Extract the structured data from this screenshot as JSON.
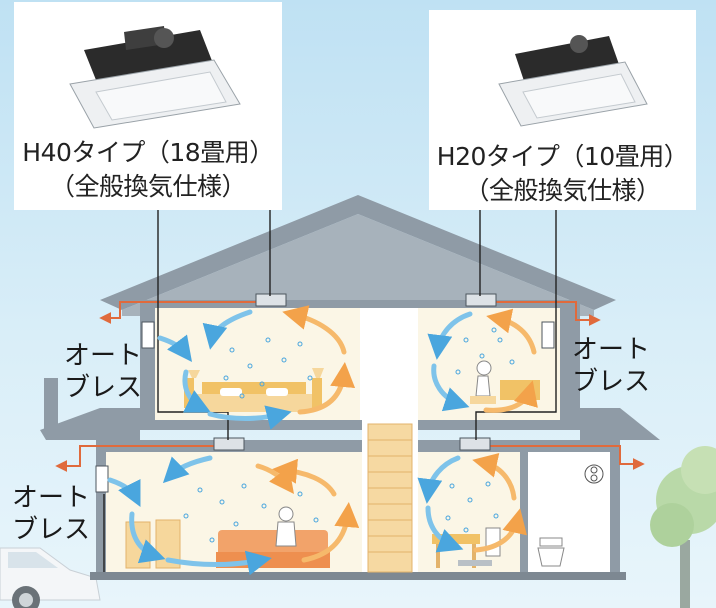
{
  "units": {
    "left": {
      "line1": "H40タイプ（18畳用）",
      "line2": "（全般換気仕様）"
    },
    "right": {
      "line1": "H20タイプ（10畳用）",
      "line2": "（全般換気仕様）"
    }
  },
  "vent_labels": {
    "upper_left": {
      "line1": "オート",
      "line2": "ブレス"
    },
    "upper_right": {
      "line1": "オート",
      "line2": "ブレス"
    },
    "lower_left": {
      "line1": "オート",
      "line2": "ブレス"
    }
  }
}
